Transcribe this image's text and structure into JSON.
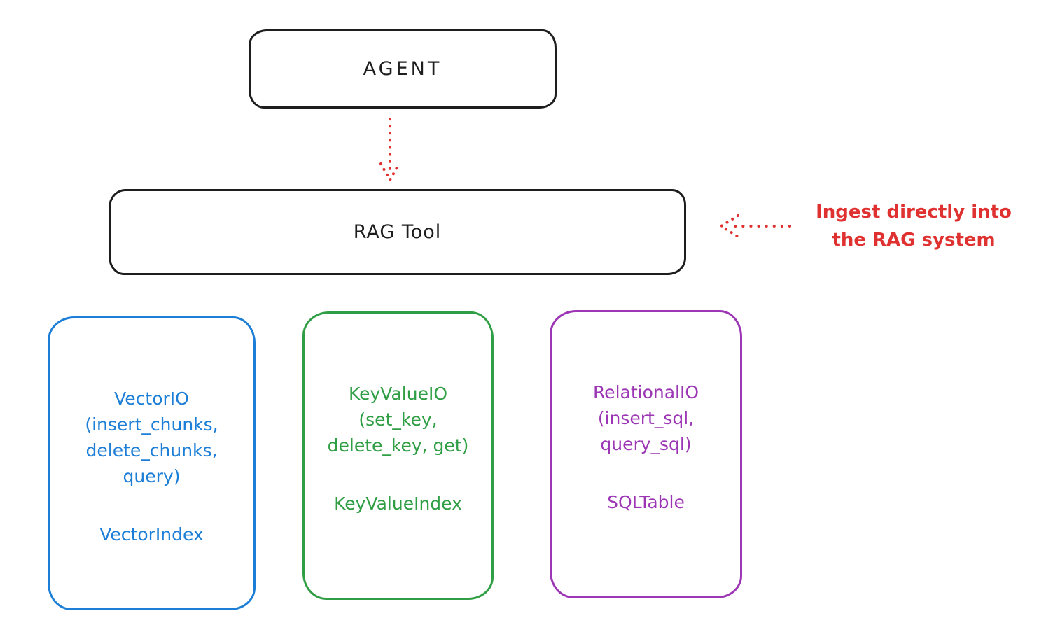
{
  "colors": {
    "outline_black": "#1e1e1e",
    "arrow_annotation_red": "#e03131",
    "vector_blue": "#1c7ed6",
    "keyvalue_green": "#2f9e44",
    "relational_purple": "#9c36b5",
    "background": "#ffffff"
  },
  "agent_box": {
    "label": "AGENT"
  },
  "rag_box": {
    "label": "RAG Tool"
  },
  "annotation": {
    "text": "Ingest directly into\nthe RAG system"
  },
  "io_boxes": [
    {
      "id": "vector-io",
      "color": "#1c7ed6",
      "body": "VectorIO\n(insert_chunks,\ndelete_chunks,\nquery)",
      "index_label": "VectorIndex"
    },
    {
      "id": "keyvalue-io",
      "color": "#2f9e44",
      "body": "KeyValueIO\n(set_key,\ndelete_key, get)",
      "index_label": "KeyValueIndex"
    },
    {
      "id": "relational-io",
      "color": "#9c36b5",
      "body": "RelationalIO\n(insert_sql,\nquery_sql)",
      "index_label": "SQLTable"
    }
  ]
}
